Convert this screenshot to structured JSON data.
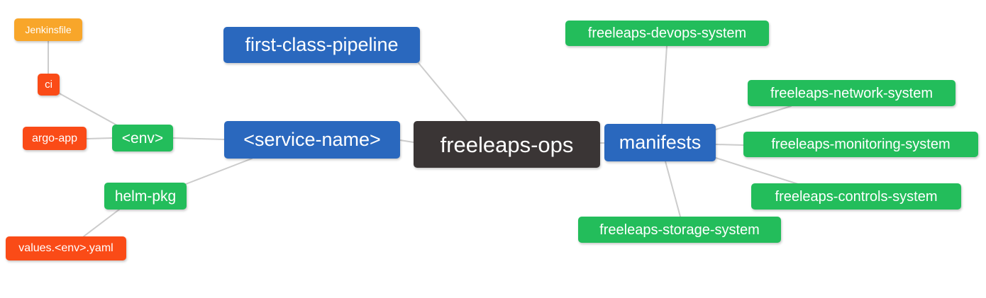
{
  "diagram": {
    "type": "mindmap",
    "root_label": "freeleaps-ops",
    "palette": {
      "blue": "#2a68be",
      "green": "#23bd5b",
      "orange": "#fa4b17",
      "amber": "#f8a62a",
      "dark": "#3a3535",
      "edge": "#cccccc",
      "text": "#ffffff",
      "background": "#ffffff"
    },
    "nodes": {
      "root": {
        "label": "freeleaps-ops",
        "color": "dark"
      },
      "first_class_pipeline": {
        "label": "first-class-pipeline",
        "color": "blue"
      },
      "service_name": {
        "label": "<service-name>",
        "color": "blue"
      },
      "manifests": {
        "label": "manifests",
        "color": "blue"
      },
      "env": {
        "label": "<env>",
        "color": "green"
      },
      "helm_pkg": {
        "label": "helm-pkg",
        "color": "green"
      },
      "jenkinsfile": {
        "label": "Jenkinsfile",
        "color": "amber"
      },
      "ci": {
        "label": "ci",
        "color": "orange"
      },
      "argo_app": {
        "label": "argo-app",
        "color": "orange"
      },
      "values_env_yaml": {
        "label": "values.<env>.yaml",
        "color": "orange"
      },
      "devops_system": {
        "label": "freeleaps-devops-system",
        "color": "green"
      },
      "network_system": {
        "label": "freeleaps-network-system",
        "color": "green"
      },
      "monitoring_system": {
        "label": "freeleaps-monitoring-system",
        "color": "green"
      },
      "controls_system": {
        "label": "freeleaps-controls-system",
        "color": "green"
      },
      "storage_system": {
        "label": "freeleaps-storage-system",
        "color": "green"
      }
    },
    "edges": [
      [
        "jenkinsfile",
        "ci"
      ],
      [
        "ci",
        "env"
      ],
      [
        "argo_app",
        "env"
      ],
      [
        "env",
        "service_name"
      ],
      [
        "helm_pkg",
        "service_name"
      ],
      [
        "values_env_yaml",
        "helm_pkg"
      ],
      [
        "first_class_pipeline",
        "root"
      ],
      [
        "service_name",
        "root"
      ],
      [
        "root",
        "manifests"
      ],
      [
        "manifests",
        "devops_system"
      ],
      [
        "manifests",
        "network_system"
      ],
      [
        "manifests",
        "monitoring_system"
      ],
      [
        "manifests",
        "controls_system"
      ],
      [
        "manifests",
        "storage_system"
      ]
    ]
  }
}
